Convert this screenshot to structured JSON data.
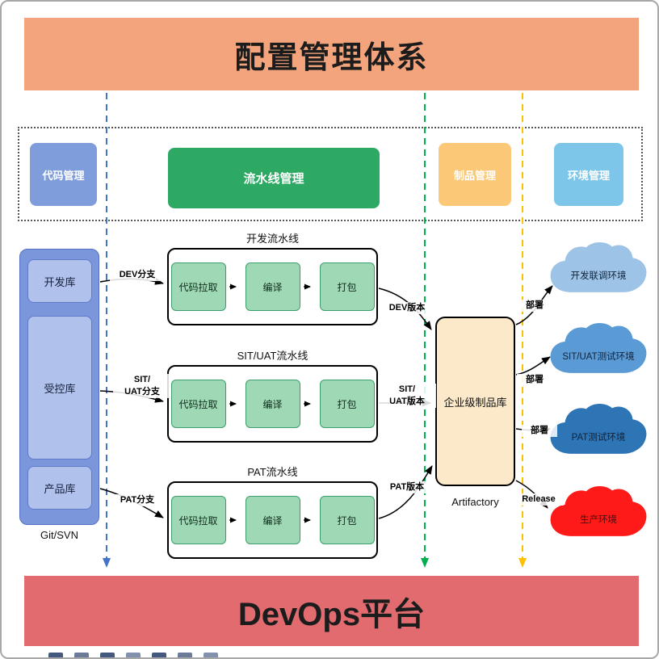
{
  "header": {
    "title": "配置管理体系"
  },
  "categories": [
    {
      "label": "代码管理",
      "color": "#7F9CDB"
    },
    {
      "label": "流水线管理",
      "color": "#2EA964"
    },
    {
      "label": "制品管理",
      "color": "#FBC877"
    },
    {
      "label": "环境管理",
      "color": "#7EC6E9"
    }
  ],
  "repo": {
    "items": [
      "开发库",
      "受控库",
      "产品库"
    ],
    "caption": "Git/SVN"
  },
  "pipelines": [
    {
      "title": "开发流水线",
      "steps": [
        "代码拉取",
        "编译",
        "打包"
      ],
      "branch_label": "DEV分支",
      "version_label": "DEV版本"
    },
    {
      "title": "SIT/UAT流水线",
      "steps": [
        "代码拉取",
        "编译",
        "打包"
      ],
      "branch_label": "SIT/\nUAT分支",
      "version_label": "SIT/\nUAT版本"
    },
    {
      "title": "PAT流水线",
      "steps": [
        "代码拉取",
        "编译",
        "打包"
      ],
      "branch_label": "PAT分支",
      "version_label": "PAT版本"
    }
  ],
  "artifact": {
    "label": "企业级制品库",
    "caption": "Artifactory"
  },
  "environments": [
    {
      "label": "开发联调环境",
      "deploy_label": "部署",
      "color": "#9DC3E6"
    },
    {
      "label": "SIT/UAT测试环境",
      "deploy_label": "部署",
      "color": "#5B9BD5"
    },
    {
      "label": "PAT测试环境",
      "deploy_label": "部署",
      "color": "#2E75B6"
    },
    {
      "label": "生产环境",
      "deploy_label": "Release",
      "color": "#FF1A1A"
    }
  ],
  "footer": {
    "title": "DevOps平台"
  },
  "colors": {
    "header_bg": "#F4A47C",
    "footer_bg": "#E16B6F",
    "dash_code": "#4472C4",
    "dash_pipeline": "#00B050",
    "dash_artifact": "#FFC000"
  }
}
